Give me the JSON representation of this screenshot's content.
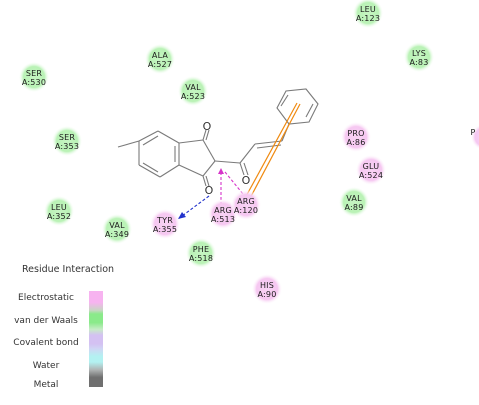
{
  "residues": [
    {
      "name": "LEU",
      "chain_id": "A:123",
      "type": "vdw"
    },
    {
      "name": "ALA",
      "chain_id": "A:527",
      "type": "vdw"
    },
    {
      "name": "LYS",
      "chain_id": "A:83",
      "type": "vdw"
    },
    {
      "name": "SER",
      "chain_id": "A:530",
      "type": "vdw"
    },
    {
      "name": "VAL",
      "chain_id": "A:523",
      "type": "vdw"
    },
    {
      "name": "SER",
      "chain_id": "A:353",
      "type": "vdw"
    },
    {
      "name": "PRO",
      "chain_id": "A:86",
      "type": "electrostatic"
    },
    {
      "name": "GLU",
      "chain_id": "A:524",
      "type": "electrostatic"
    },
    {
      "name": "VAL",
      "chain_id": "A:89",
      "type": "vdw"
    },
    {
      "name": "LEU",
      "chain_id": "A:352",
      "type": "vdw"
    },
    {
      "name": "VAL",
      "chain_id": "A:349",
      "type": "vdw"
    },
    {
      "name": "TYR",
      "chain_id": "A:355",
      "type": "electrostatic"
    },
    {
      "name": "ARG",
      "chain_id": "A:513",
      "type": "electrostatic"
    },
    {
      "name": "ARG",
      "chain_id": "A:120",
      "type": "electrostatic"
    },
    {
      "name": "PHE",
      "chain_id": "A:518",
      "type": "vdw"
    },
    {
      "name": "HIS",
      "chain_id": "A:90",
      "type": "electrostatic"
    }
  ],
  "edge_residue": {
    "name": "P",
    "chain_id": "",
    "type": "electrostatic"
  },
  "ligand_atoms": {
    "oxygen_label": "O"
  },
  "legend": {
    "title": "Residue Interaction",
    "items": [
      {
        "label": "Electrostatic",
        "color": "#f7b3f0"
      },
      {
        "label": "van der Waals",
        "color": "#8aea8a"
      },
      {
        "label": "Covalent bond",
        "color": "#d4c1f2"
      },
      {
        "label": "Water",
        "color": "#b3f1f1"
      },
      {
        "label": "Metal",
        "color": "#6f6f6f"
      }
    ]
  },
  "colors": {
    "vdw": "#b9f2b5",
    "electrostatic": "#f6c7f1",
    "hbond_line": "#d633c9",
    "pi_line": "#2233cc",
    "orange_line": "#f08a10",
    "bond": "#7a7a7a"
  }
}
